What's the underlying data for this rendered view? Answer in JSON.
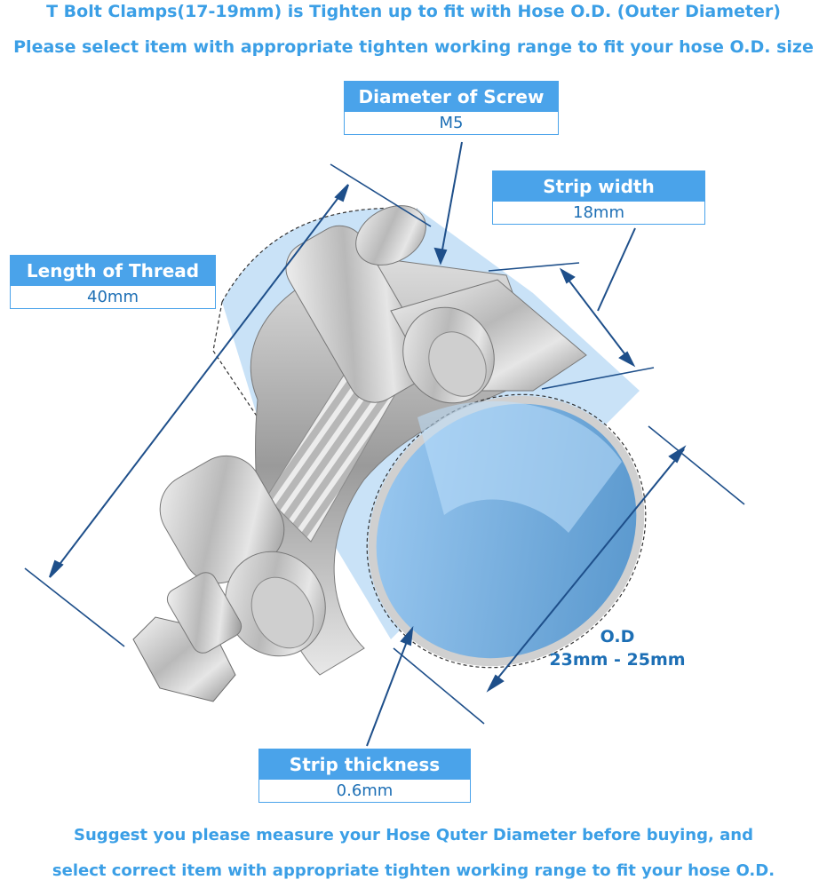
{
  "header": {
    "line1": "T Bolt Clamps(17-19mm) is Tighten up to fit with Hose O.D. (Outer Diameter)",
    "line2": "Please select item with appropriate tighten working range to fit your hose O.D. size"
  },
  "specs": {
    "screw": {
      "label": "Diameter of Screw",
      "value": "M5"
    },
    "strip_width": {
      "label": "Strip width",
      "value": "18mm"
    },
    "thread": {
      "label": "Length of Thread",
      "value": "40mm"
    },
    "strip_thickness": {
      "label": "Strip thickness",
      "value": "0.6mm"
    },
    "od": {
      "label": "O.D",
      "value": "23mm - 25mm"
    }
  },
  "footer": {
    "line1": "Suggest you please measure your Hose Quter Diameter before buying, and",
    "line2": "select correct item with appropriate tighten working range to fit your hose O.D."
  },
  "colors": {
    "accent": "#4aa3ea",
    "text_blue": "#3b9fe6",
    "dark_blue": "#1d6fb5",
    "hose_blue": "#a9d2f5"
  }
}
